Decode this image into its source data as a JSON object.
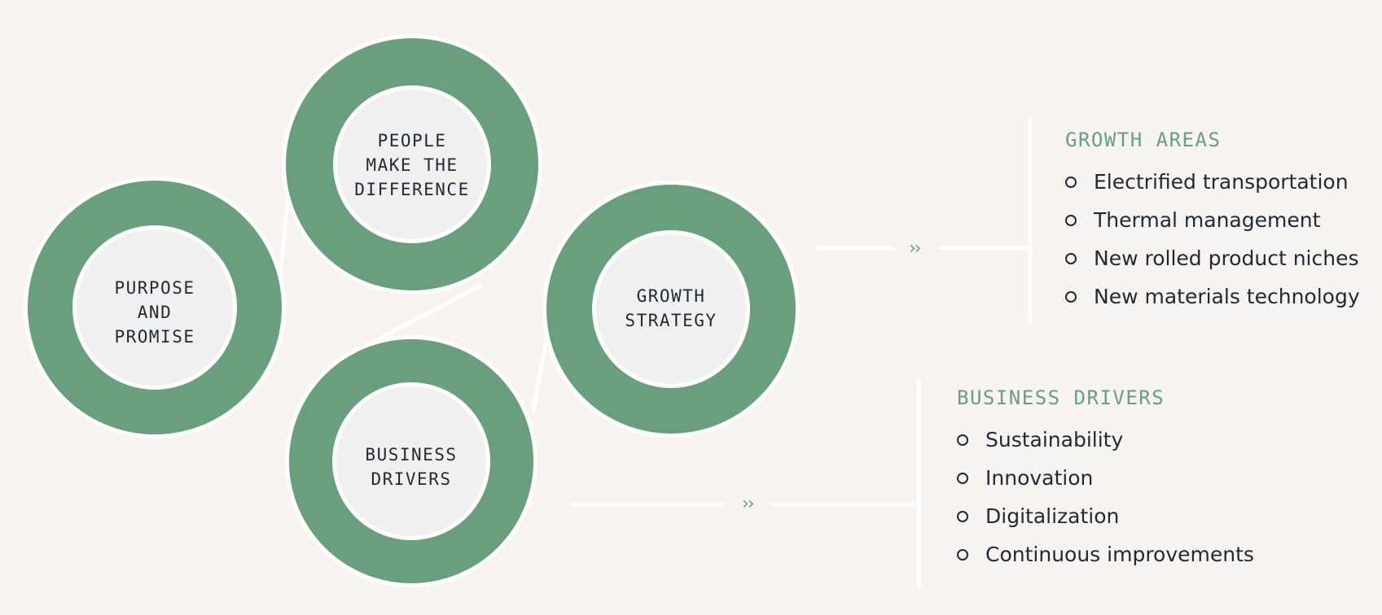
{
  "circles": {
    "purpose": {
      "label": "PURPOSE\nAND\nPROMISE"
    },
    "people": {
      "label": "PEOPLE\nMAKE THE\nDIFFERENCE"
    },
    "growth": {
      "label": "GROWTH\nSTRATEGY"
    },
    "business": {
      "label": "BUSINESS\nDRIVERS"
    }
  },
  "growth_areas": {
    "title": "GROWTH AREAS",
    "items": [
      "Electrified transportation",
      "Thermal management",
      "New rolled product niches",
      "New materials technology"
    ]
  },
  "business_drivers": {
    "title": "BUSINESS DRIVERS",
    "items": [
      "Sustainability",
      "Innovation",
      "Digitalization",
      "Continuous improvements"
    ]
  },
  "colors": {
    "background": "#f6f3f0",
    "ring": "#699f7c",
    "inner": "#f0f0f0",
    "outline": "#ffffff",
    "text": "#1f2a35",
    "accent": "#699f7c"
  },
  "icons": {
    "arrow": "double-chevron-right-icon",
    "bullet": "hollow-circle-bullet-icon"
  }
}
